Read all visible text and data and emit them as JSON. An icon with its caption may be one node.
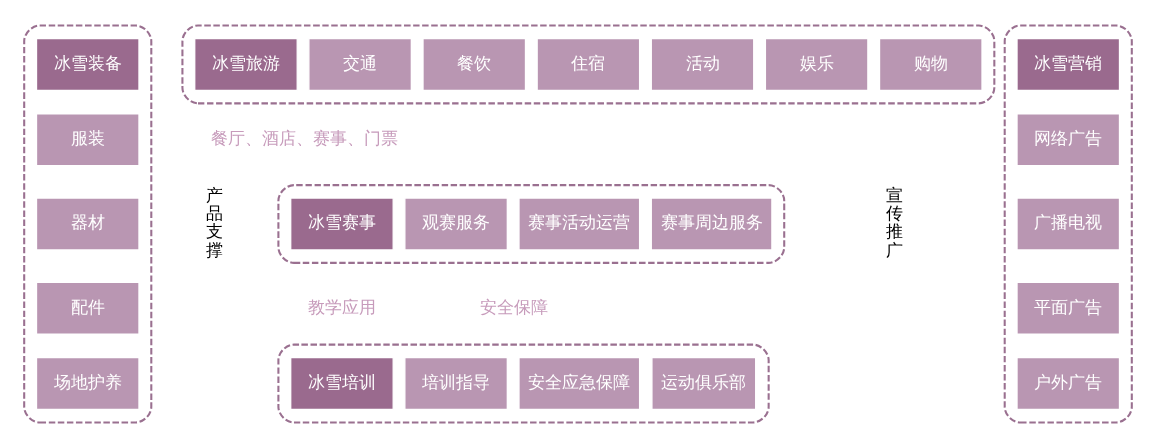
{
  "diagram": {
    "nodes": [
      {
        "text": [],
        "shape": "box"
      },
      {
        "text": [
          "冰雪装备"
        ],
        "in": 0
      },
      {
        "text": [
          "服装"
        ],
        "in": 0
      },
      {
        "text": [
          "器材"
        ],
        "in": 0
      },
      {
        "text": [
          "配件"
        ],
        "in": 0
      },
      {
        "text": [
          "场地护养"
        ],
        "in": 0
      },
      {
        "text": [],
        "shape": "box"
      },
      {
        "text": [
          "冰雪旅游"
        ],
        "in": 6
      },
      {
        "text": [
          "交通"
        ],
        "in": 6
      },
      {
        "text": [
          "餐饮"
        ],
        "in": 6
      },
      {
        "text": [
          "住宿"
        ],
        "in": 6
      },
      {
        "text": [
          "活动"
        ],
        "in": 6
      },
      {
        "text": [
          "娱乐"
        ],
        "in": 6
      },
      {
        "text": [
          "购物"
        ],
        "in": 6
      },
      {
        "text": [],
        "shape": "box"
      },
      {
        "text": [
          "冰雪赛事"
        ],
        "in": 14
      },
      {
        "text": [
          "观赛服务"
        ],
        "in": 14
      },
      {
        "text": [
          "赛事活动运营"
        ],
        "in": 14
      },
      {
        "text": [
          "赛事周边服务"
        ],
        "in": 14
      },
      {
        "text": [],
        "shape": "box"
      },
      {
        "text": [
          "冰雪培训"
        ],
        "in": 19
      },
      {
        "text": [
          "培训指导"
        ],
        "in": 19
      },
      {
        "text": [
          "安全应急保障"
        ],
        "in": 19
      },
      {
        "text": [
          "运动俱乐部"
        ],
        "in": 19
      },
      {
        "text": [],
        "shape": "box"
      },
      {
        "text": [
          "冰雪营销"
        ],
        "in": 24
      },
      {
        "text": [
          "网络广告"
        ],
        "in": 24
      },
      {
        "text": [
          "广播电视"
        ],
        "in": 24
      },
      {
        "text": [
          "平面广告"
        ],
        "in": 24
      },
      {
        "text": [
          "户外广告"
        ],
        "in": 24
      }
    ],
    "edges": [],
    "labels": [
      "产品支撑",
      "餐厅、酒店、赛事、门票",
      "宣传推广",
      "教学应用",
      "安全保障"
    ]
  }
}
